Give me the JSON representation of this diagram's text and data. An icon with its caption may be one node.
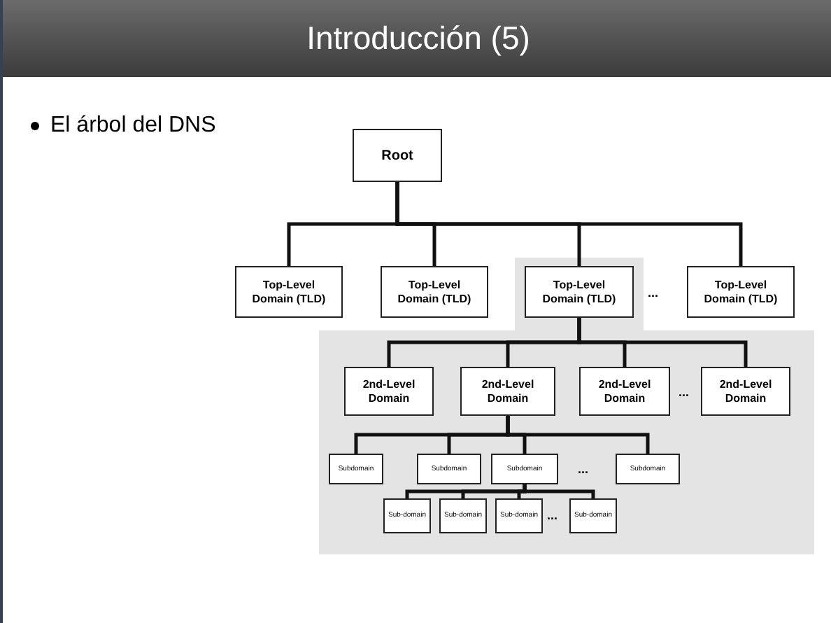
{
  "diagram": {
    "title": "Introducción (5)",
    "nodes": [
      {
        "text": [
          "Root"
        ]
      },
      {
        "text": [
          "Top-Level Domain (TLD)"
        ]
      },
      {
        "text": [
          "Top-Level Domain (TLD)"
        ]
      },
      {
        "text": [
          "Top-Level Domain (TLD)"
        ]
      },
      {
        "text": [
          "Top-Level Domain (TLD)"
        ]
      },
      {
        "text": [
          "2nd-Level Domain"
        ]
      },
      {
        "text": [
          "2nd-Level Domain"
        ]
      },
      {
        "text": [
          "2nd-Level Domain"
        ]
      },
      {
        "text": [
          "2nd-Level Domain"
        ]
      },
      {
        "text": [
          "Subdomain"
        ]
      },
      {
        "text": [
          "Subdomain"
        ]
      },
      {
        "text": [
          "Subdomain"
        ]
      },
      {
        "text": [
          "Subdomain"
        ]
      },
      {
        "text": [
          "Sub-domain"
        ]
      },
      {
        "text": [
          "Sub-domain"
        ]
      },
      {
        "text": [
          "Sub-domain"
        ]
      },
      {
        "text": [
          "Sub-domain"
        ]
      }
    ],
    "edges": [
      {
        "from": 0,
        "to": 1,
        "arrow": "none"
      },
      {
        "from": 0,
        "to": 2,
        "arrow": "none"
      },
      {
        "from": 0,
        "to": 3,
        "arrow": "none"
      },
      {
        "from": 0,
        "to": 4,
        "arrow": "none"
      },
      {
        "from": 3,
        "to": 5,
        "arrow": "none"
      },
      {
        "from": 3,
        "to": 6,
        "arrow": "none"
      },
      {
        "from": 3,
        "to": 7,
        "arrow": "none"
      },
      {
        "from": 3,
        "to": 8,
        "arrow": "none"
      },
      {
        "from": 6,
        "to": 9,
        "arrow": "none"
      },
      {
        "from": 6,
        "to": 10,
        "arrow": "none"
      },
      {
        "from": 6,
        "to": 11,
        "arrow": "none"
      },
      {
        "from": 6,
        "to": 12,
        "arrow": "none"
      },
      {
        "from": 11,
        "to": 13,
        "arrow": "none"
      },
      {
        "from": 11,
        "to": 14,
        "arrow": "none"
      },
      {
        "from": 11,
        "to": 15,
        "arrow": "none"
      },
      {
        "from": 11,
        "to": 16,
        "arrow": "none"
      }
    ],
    "labels": [
      "El árbol del DNS",
      "...",
      "...",
      "...",
      "..."
    ]
  }
}
